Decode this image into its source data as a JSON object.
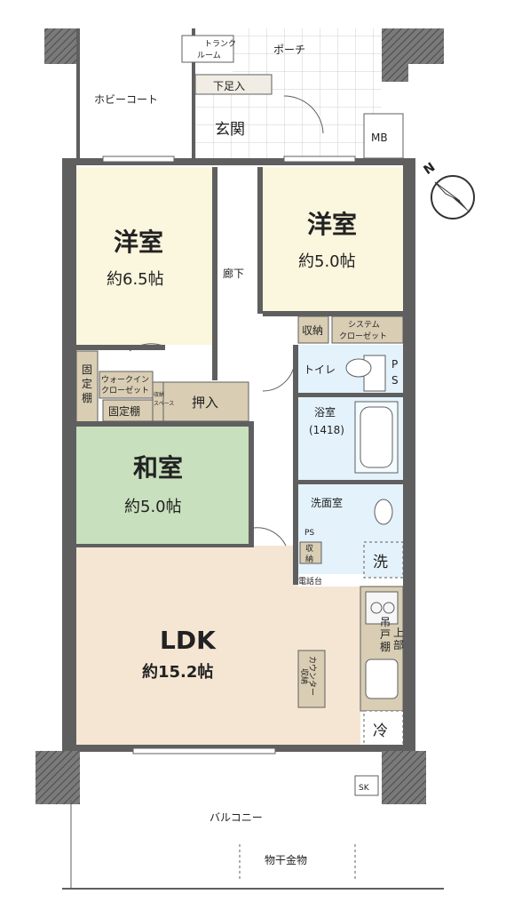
{
  "colors": {
    "western_room": "#fbf6de",
    "japanese_room": "#c8e0bd",
    "ldk": "#f5e6d4",
    "wet_area": "#e3f2fb",
    "storage": "#d9cdb4",
    "wall": "#5f5f5f",
    "grid": "#c9c9c9"
  },
  "labels": {
    "trunk_room": "トランク\nルーム",
    "porch": "ポーチ",
    "hobby_court": "ホビーコート",
    "shoe_step": "下足入",
    "entrance": "玄関",
    "mb": "MB",
    "corridor": "廊下",
    "western_left_name": "洋室",
    "western_left_size": "約6.5帖",
    "western_right_name": "洋室",
    "western_right_size": "約5.0帖",
    "storage_small": "収納",
    "system_closet": "システム\nクローゼット",
    "toilet": "トイレ",
    "ps_top": "P\nS",
    "fixed_shelf_left": "固\n定\n棚",
    "walkin_closet": "ウォークイン\nクローゼット",
    "storage_space": "収納\nスペース",
    "fixed_shelf_bottom": "固定棚",
    "oshiire": "押入",
    "bathroom_name": "浴室",
    "bathroom_size": "(1418)",
    "japanese_name": "和室",
    "japanese_size": "約5.0帖",
    "washroom": "洗面室",
    "ps_small": "PS",
    "storage_vertical": "収\n納",
    "washer": "洗",
    "phone_stand": "電話台",
    "ldk_name": "LDK",
    "ldk_size": "約15.2帖",
    "counter_storage": "カウンター\n収納",
    "upper_cabinet": "上部\n吊戸棚",
    "fridge": "冷",
    "sk": "SK",
    "balcony": "バルコニー",
    "laundry_pole": "物干金物"
  }
}
